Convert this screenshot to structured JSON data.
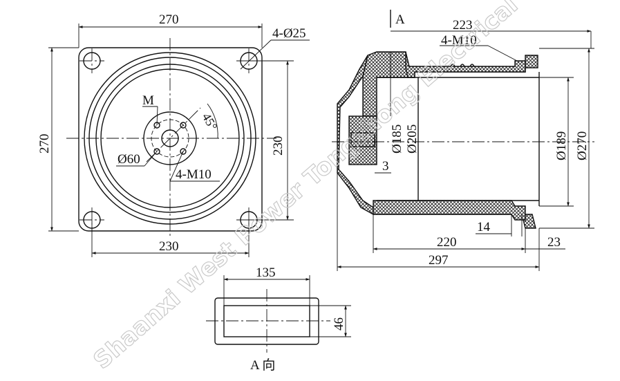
{
  "front_view": {
    "dim_width_top": "270",
    "dim_height_left": "270",
    "dim_holes": "4-Ø25",
    "dim_bolt_spacing_bottom": "230",
    "dim_bolt_spacing_right": "230",
    "label_m": "M",
    "angle": "45°",
    "dim_pitch_circle": "Ø60",
    "thread_spec": "4-M10"
  },
  "side_view": {
    "view_marker": "A",
    "dim_flange_depth": "223",
    "thread_spec": "4-M10",
    "dim_inner_bore_1": "Ø185",
    "dim_inner_bore_2": "Ø205",
    "dim_wall": "3",
    "dim_outer_1": "Ø189",
    "dim_outer_2": "Ø270",
    "dim_lip": "14",
    "dim_body_length": "220",
    "dim_flange": "23",
    "dim_total_length": "297"
  },
  "view_a": {
    "dim_width": "135",
    "dim_height": "46",
    "caption": "A 向"
  },
  "watermark": "Shaanxi West Power Tongzhong Electrical"
}
